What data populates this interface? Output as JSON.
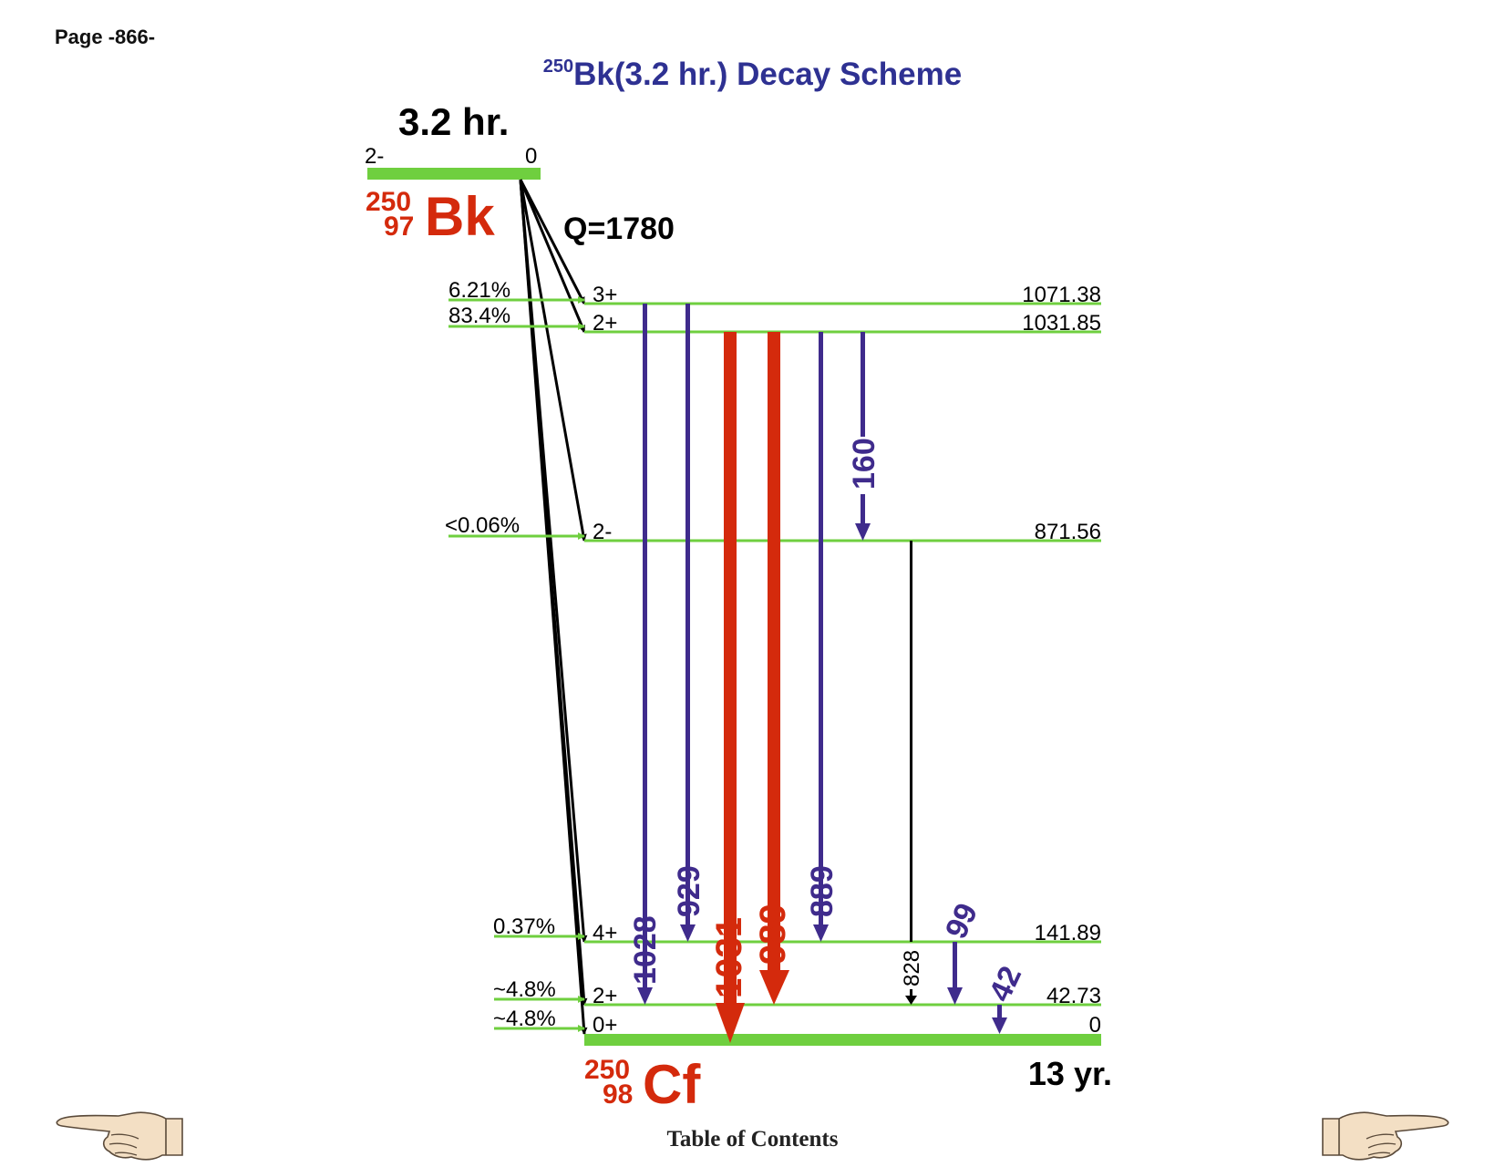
{
  "page_label": "Page -866-",
  "title": {
    "mass": "250",
    "text": "Bk(3.2 hr.) Decay Scheme"
  },
  "parent": {
    "half_life": "3.2 hr.",
    "spin": "2-",
    "energy": "0",
    "mass": "250",
    "z": "97",
    "symbol": "Bk",
    "q_value": "Q=1780"
  },
  "daughter": {
    "mass": "250",
    "z": "98",
    "symbol": "Cf",
    "half_life": "13 yr."
  },
  "levels": [
    {
      "spin": "3+",
      "energy": "1071.38",
      "feeding": "6.21%"
    },
    {
      "spin": "2+",
      "energy": "1031.85",
      "feeding": "83.4%"
    },
    {
      "spin": "2-",
      "energy": "871.56",
      "feeding": "<0.06%"
    },
    {
      "spin": "4+",
      "energy": "141.89",
      "feeding": "0.37%"
    },
    {
      "spin": "2+",
      "energy": "42.73",
      "feeding": "~4.8%"
    },
    {
      "spin": "0+",
      "energy": "0",
      "feeding": "~4.8%"
    }
  ],
  "gammas": [
    {
      "label": "1028",
      "from": "1071.38",
      "to": "42.73",
      "color": "#3f2b8c"
    },
    {
      "label": "929",
      "from": "1071.38",
      "to": "141.89",
      "color": "#3f2b8c"
    },
    {
      "label": "1031",
      "from": "1031.85",
      "to": "0",
      "color": "#d42a0c"
    },
    {
      "label": "989",
      "from": "1031.85",
      "to": "42.73",
      "color": "#d42a0c"
    },
    {
      "label": "889",
      "from": "1031.85",
      "to": "141.89",
      "color": "#3f2b8c"
    },
    {
      "label": "160",
      "from": "1031.85",
      "to": "871.56",
      "color": "#3f2b8c"
    },
    {
      "label": "828",
      "from": "871.56",
      "to": "42.73",
      "color": "#000000"
    },
    {
      "label": "99",
      "from": "141.89",
      "to": "42.73",
      "color": "#3f2b8c"
    },
    {
      "label": "42",
      "from": "42.73",
      "to": "0",
      "color": "#3f2b8c"
    }
  ],
  "colors": {
    "level": "#6fcf3f",
    "title": "#2e3192",
    "nuclide": "#d42a0c",
    "gamma": "#3f2b8c"
  },
  "footer": {
    "toc_label": "Table of Contents"
  },
  "nav": {
    "prev_icon": "pointing-hand-left-icon",
    "next_icon": "pointing-hand-right-icon"
  }
}
